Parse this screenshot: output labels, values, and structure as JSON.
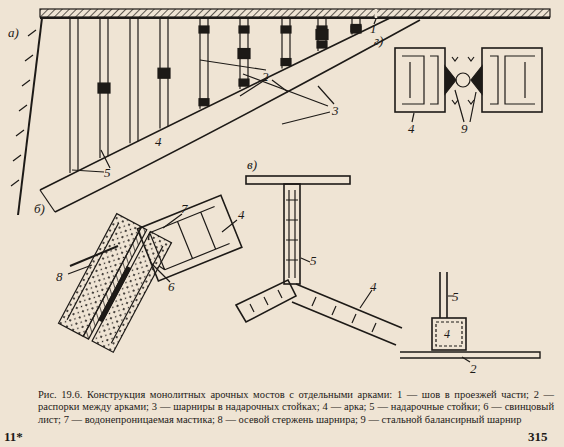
{
  "diagram": {
    "caption": "Рис. 19.6. Конструкция монолитных арочных мостов с отдельными арками: 1 — шов в проезжей части; 2 — распорки между арками; 3 — шарниры в надарочных стойках; 4 — арка; 5 — надарочные стойки; 6 — свинцовый лист; 7 — водонепроницаемая мастика; 8 — осевой стержень шарнира; 9 — стальной балансирный шарнир",
    "labels": [
      "а)",
      "1",
      "2",
      "3",
      "4",
      "5",
      "г)",
      "4",
      "9",
      "б)",
      "7",
      "4",
      "8",
      "6",
      "в)",
      "5",
      "4",
      "5",
      "4",
      "2",
      "11*",
      "315"
    ]
  }
}
